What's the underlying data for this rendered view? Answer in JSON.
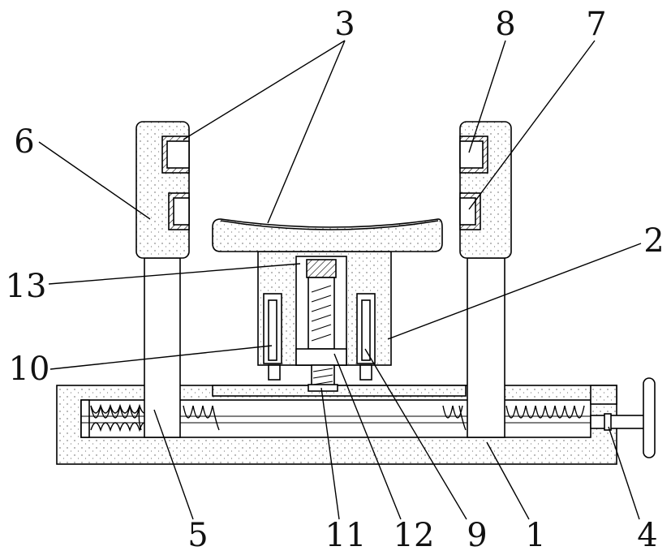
{
  "labels": {
    "n1": "1",
    "n2": "2",
    "n3": "3",
    "n4": "4",
    "n5": "5",
    "n6": "6",
    "n7": "7",
    "n8": "8",
    "n9": "9",
    "n10": "10",
    "n11": "11",
    "n12": "12",
    "n13": "13"
  },
  "colors": {
    "line": "#000000",
    "fill_dotted": "#ffffff",
    "dot": "#555555",
    "background": "#ffffff"
  }
}
